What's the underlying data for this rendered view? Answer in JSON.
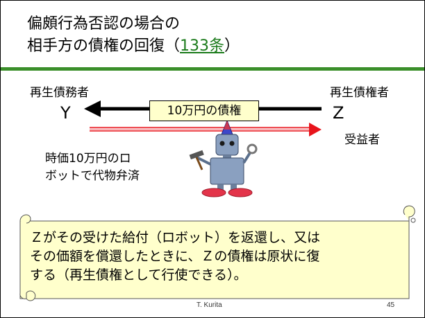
{
  "title": {
    "line1": "偏頗行為否認の場合の",
    "line2_prefix": "相手方の債権の回復（",
    "line2_link": "133条",
    "line2_suffix": "）"
  },
  "left_party": {
    "role": "再生債務者",
    "letter": "Y"
  },
  "right_party": {
    "role": "再生債権者",
    "letter": "Z",
    "sub_role": "受益者"
  },
  "claim_label": "10万円の債権",
  "robot_note": {
    "line1": "時価10万円のロ",
    "line2": "ボットで代物弁済"
  },
  "scroll": {
    "line1": "Ｚがその受けた給付（ロボット）を返還し、又は",
    "line2": "その価額を償還したときに、Ｚの債権は原状に復",
    "line3": "する（再生債権として行使できる）。"
  },
  "footer": {
    "author": "T. Kurita",
    "page": "45"
  },
  "colors": {
    "rule": "#3a8f2a",
    "link": "#1a7a1a",
    "payment_arrow": "#e8141c",
    "claim_fill": "#ffffcc",
    "scroll_fill": "#ffffcc"
  }
}
